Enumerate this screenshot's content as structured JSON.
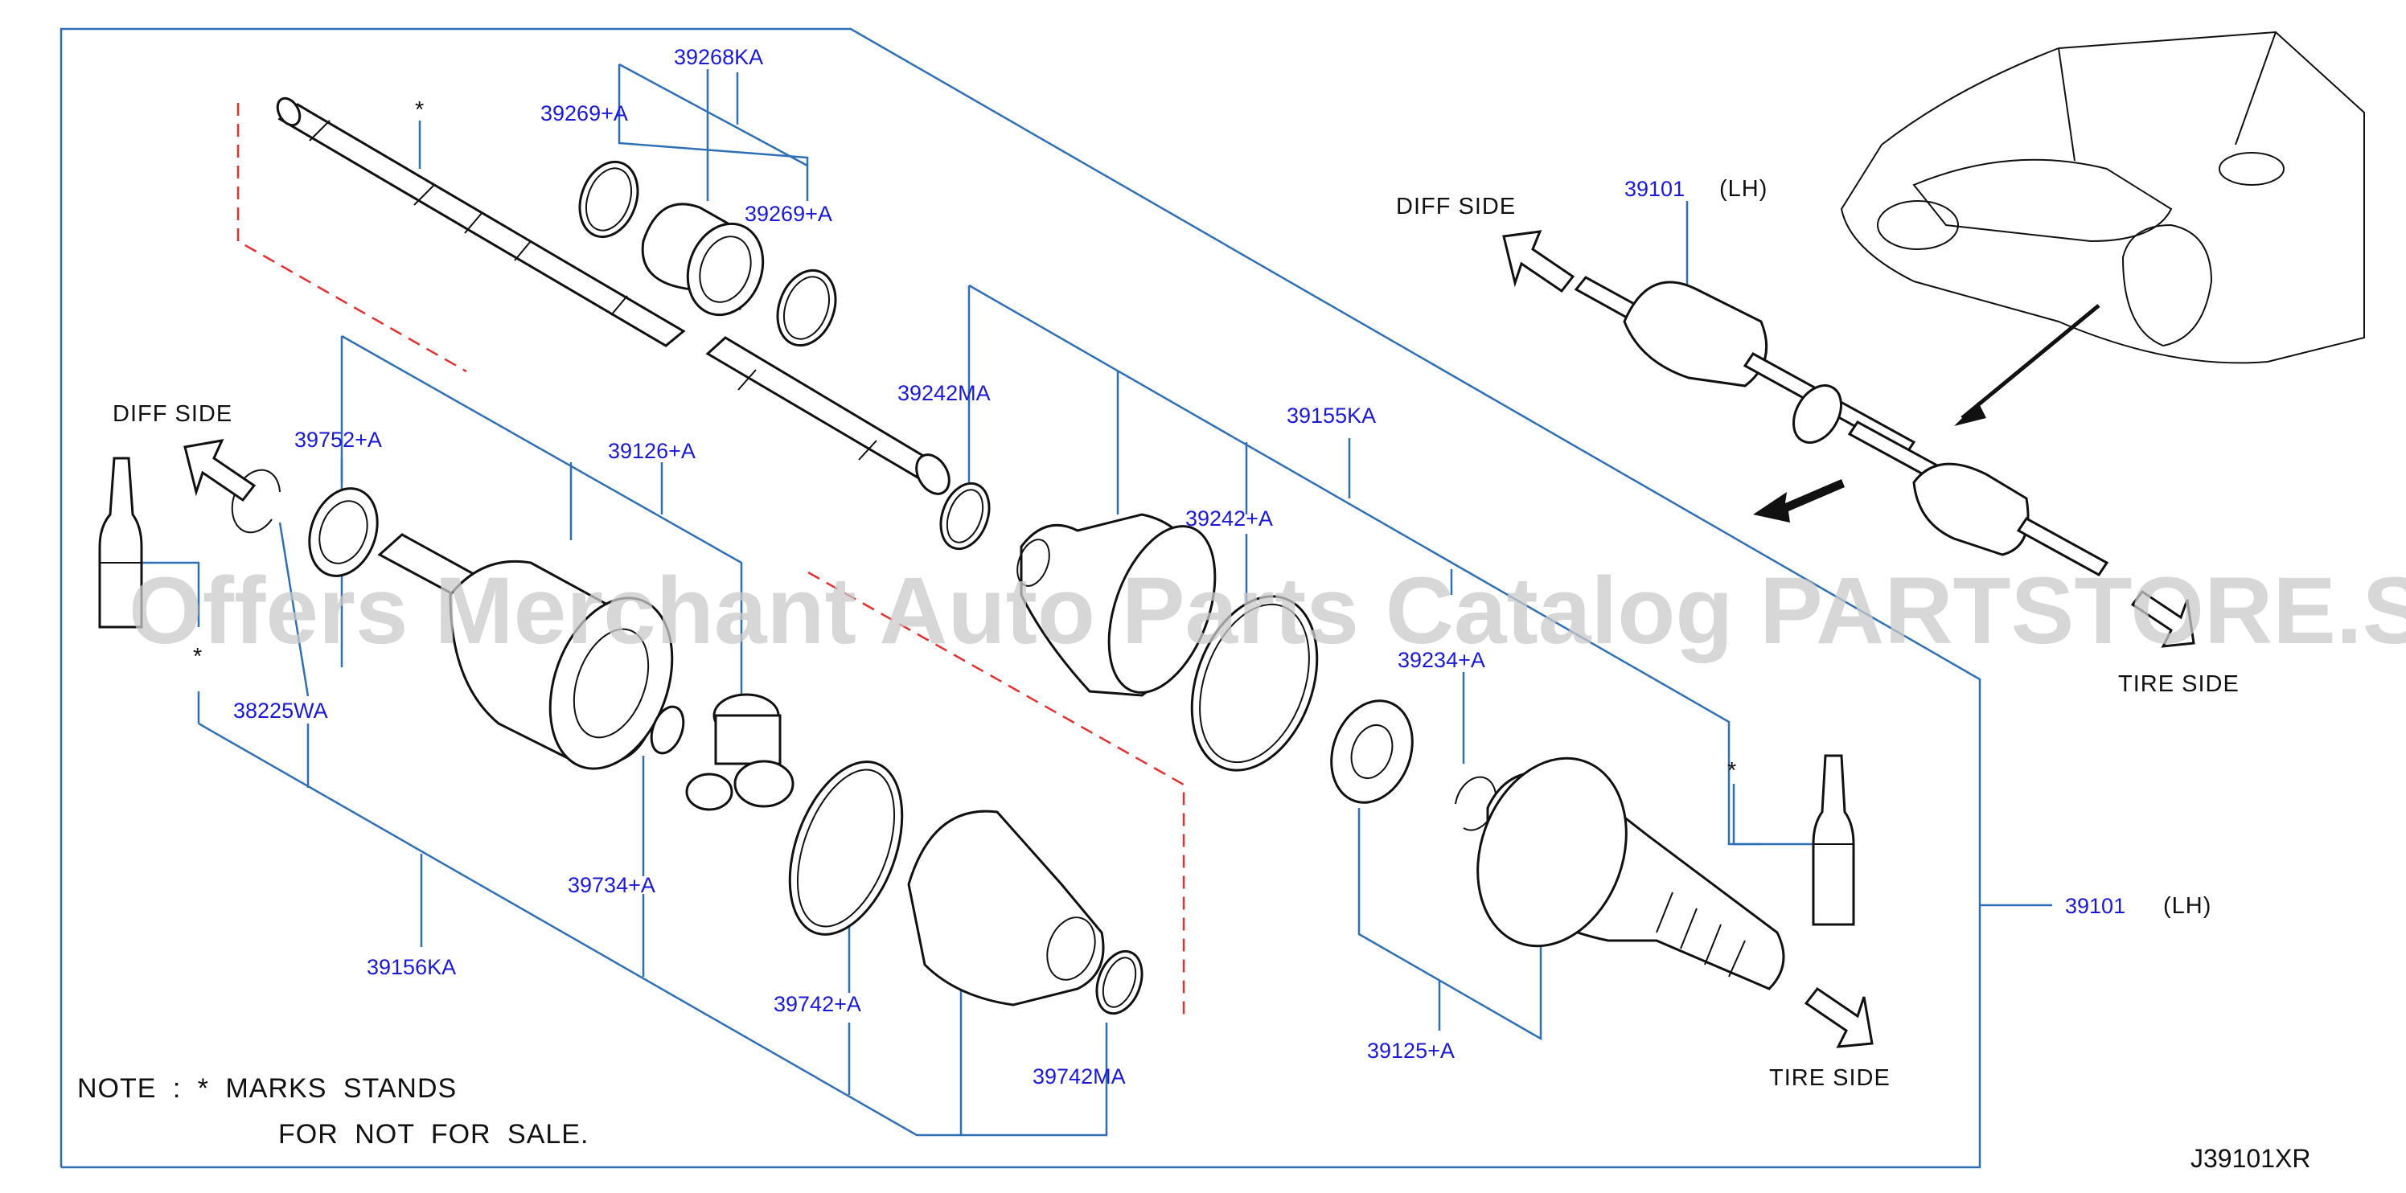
{
  "watermark": "Offers Merchant Auto Parts Catalog PARTSTORE.SA",
  "reference_code": "J39101XR",
  "note": {
    "line1": "NOTE  :  *  MARKS  STANDS",
    "line2": "FOR  NOT  FOR  SALE."
  },
  "direction_labels": {
    "diff_side": "DIFF   SIDE",
    "tire_side": "TIRE   SIDE"
  },
  "asterisk": "*",
  "parts": {
    "p39268KA": "39268KA",
    "p39269A_1": "39269+A",
    "p39269A_2": "39269+A",
    "p39242MA": "39242MA",
    "p39155KA": "39155KA",
    "p39242A": "39242+A",
    "p39752A": "39752+A",
    "p39126A": "39126+A",
    "p38225WA": "38225WA",
    "p39234A": "39234+A",
    "p39734A": "39734+A",
    "p39156KA": "39156KA",
    "p39742A": "39742+A",
    "p39742MA": "39742MA",
    "p39125A": "39125+A",
    "p39101_main": "39101",
    "lh_main": "(LH)",
    "p39101_inset": "39101",
    "lh_inset": "(LH)"
  }
}
